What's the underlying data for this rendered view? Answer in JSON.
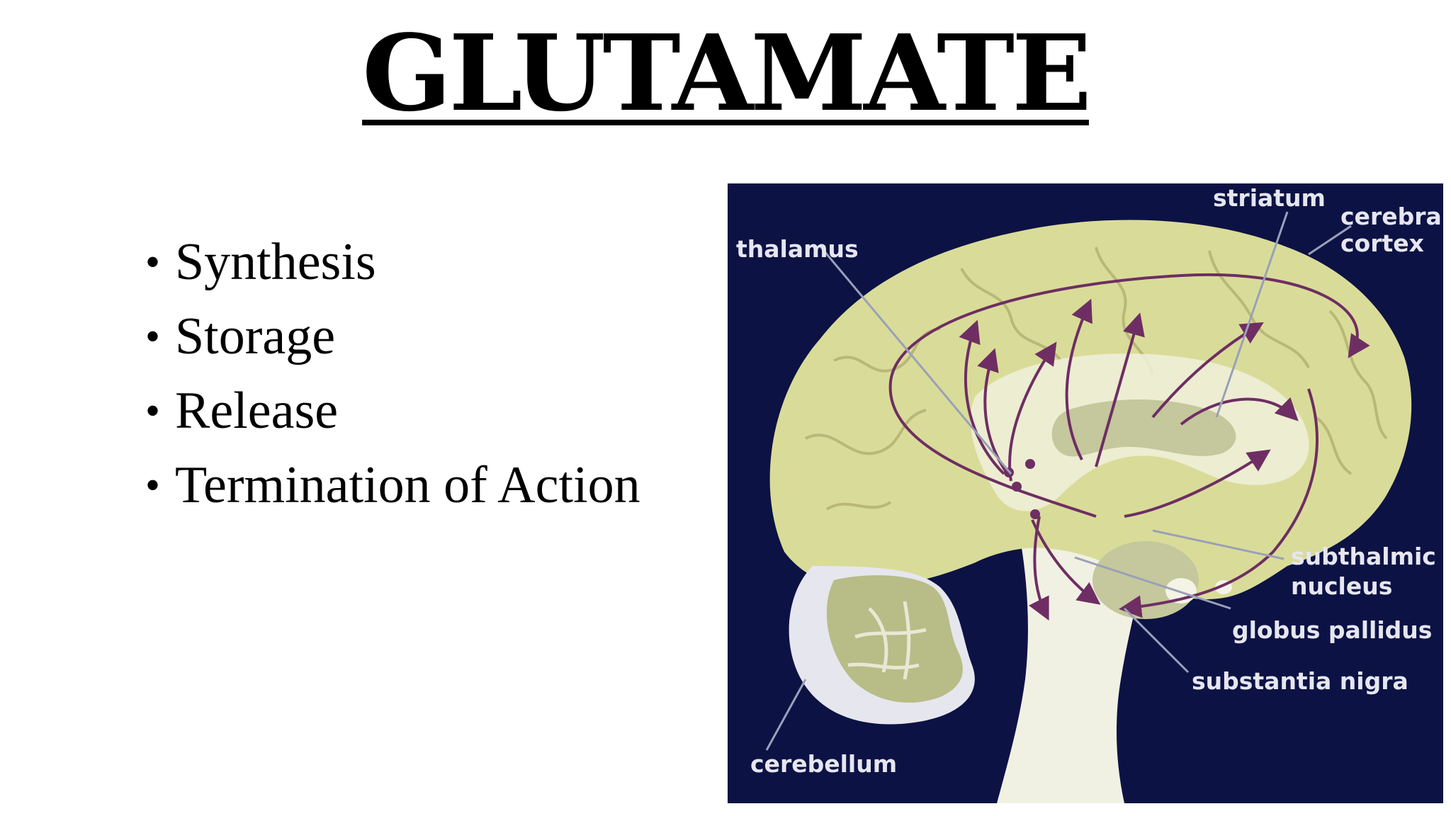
{
  "slide": {
    "title": "GLUTAMATE",
    "bullets": [
      "Synthesis",
      "Storage",
      "Release",
      "Termination of Action"
    ]
  },
  "diagram": {
    "labels": {
      "striatum": "striatum",
      "cerebral": "cerebral",
      "cortex": "cortex",
      "thalamus": "thalamus",
      "subthalamic": "subthalmic",
      "nucleus": "nucleus",
      "globus_pallidus": "globus pallidus",
      "substantia_nigra": "substantia nigra",
      "cerebellum": "cerebellum"
    },
    "colors": {
      "background": "#0c1244",
      "cortex": "#d9dc98",
      "white_matter": "#f0f0dc",
      "cerebellum": "#c8cc9a",
      "brainstem": "#f1f1e3",
      "pathway": "#6e2e63",
      "leader_line": "#9aa0b8"
    }
  }
}
